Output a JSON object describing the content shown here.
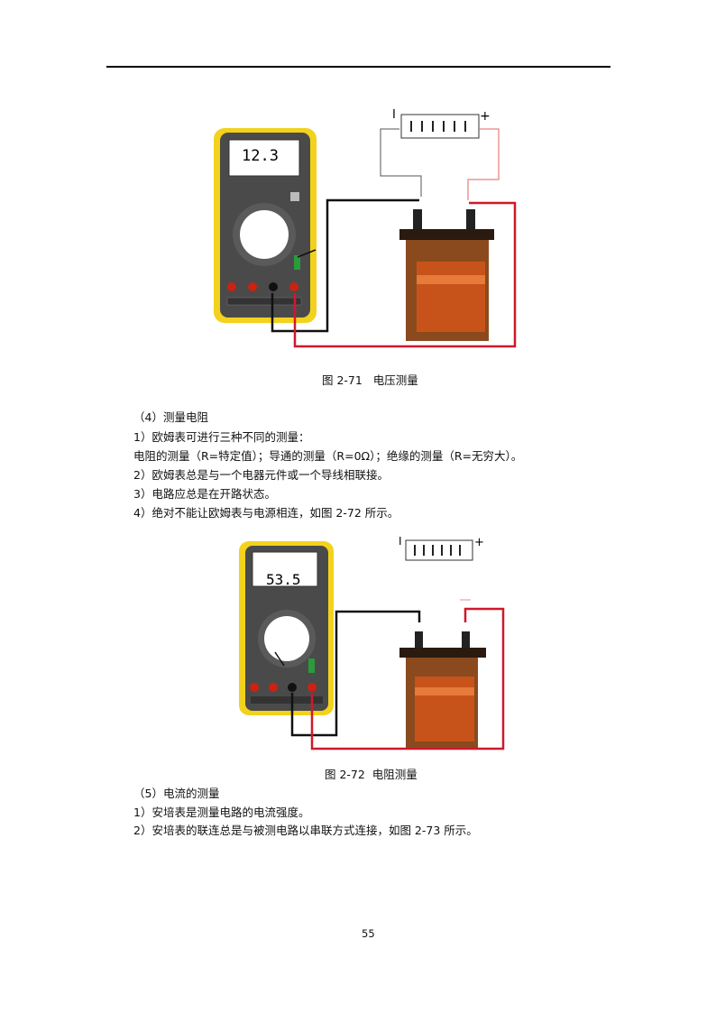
{
  "figure_71": {
    "meter_display": "12.3",
    "battery_minus": "I",
    "battery_plus": "+",
    "caption": "图 2-71   电压测量"
  },
  "section_4": {
    "heading": "（4）测量电阻",
    "lines": [
      "1）欧姆表可进行三种不同的测量：",
      "电阻的测量（R=特定值）；导通的测量（R=0Ω）；绝缘的测量（R=无穷大）。",
      "2）欧姆表总是与一个电器元件或一个导线相联接。",
      "3）电路应总是在开路状态。",
      "4）绝对不能让欧姆表与电源相连，如图 2-72 所示。"
    ]
  },
  "figure_72": {
    "meter_display": "53.5",
    "battery_minus": "I",
    "battery_plus": "+",
    "caption": "图 2-72  电阻测量"
  },
  "section_5": {
    "heading": "（5）电流的测量",
    "lines": [
      "1）安培表是测量电路的电流强度。",
      "2）安培表的联连总是与被测电路以串联方式连接，如图 2-73 所示。"
    ]
  },
  "page_number": "55",
  "colors": {
    "meter_yellow": "#f2d21c",
    "meter_body": "#4a4a4a",
    "wire_red": "#d0182a",
    "coil_copper": "#c8531a"
  }
}
